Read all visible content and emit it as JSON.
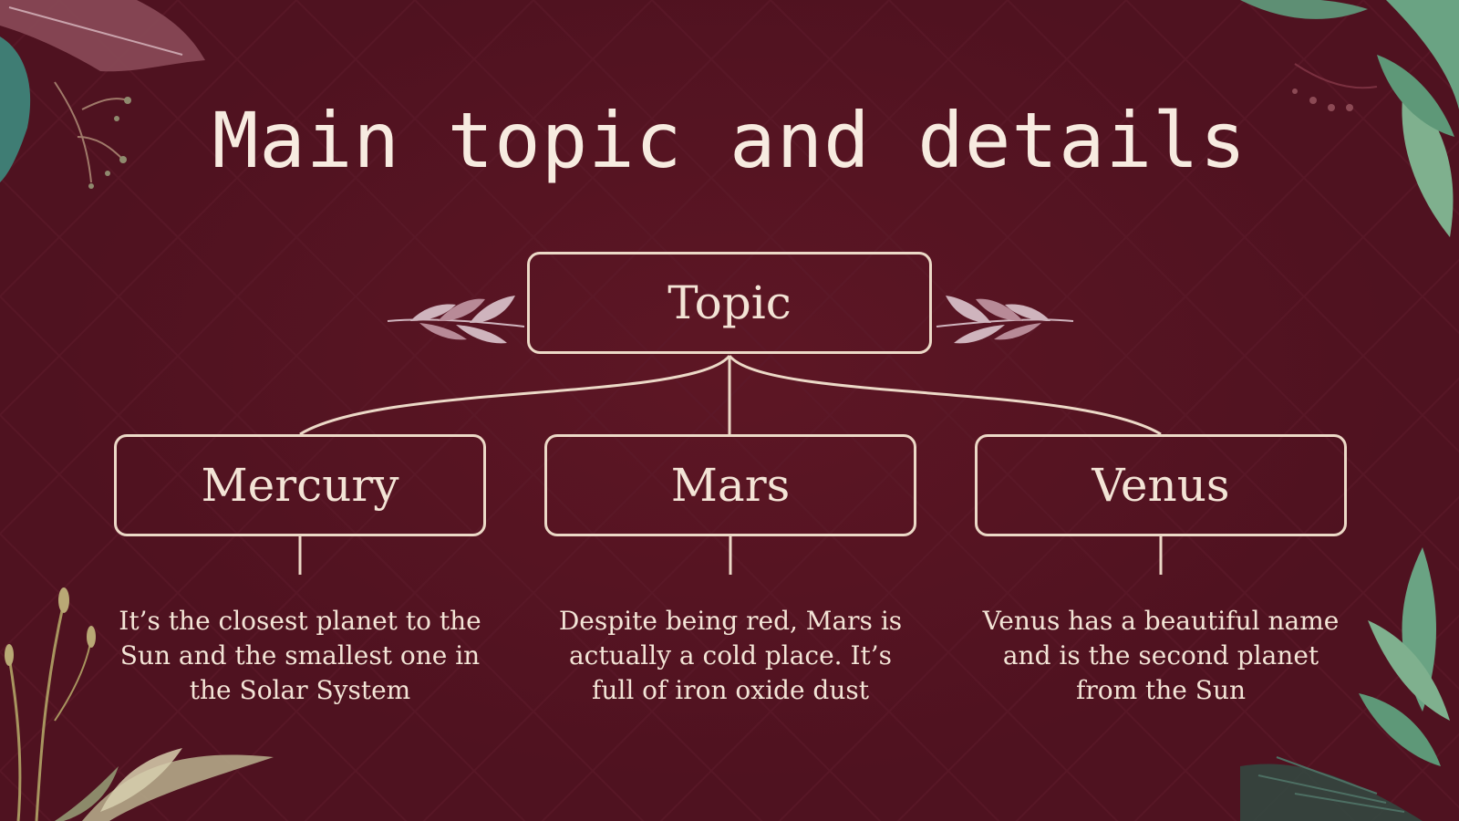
{
  "title": "Main topic and details",
  "topic": "Topic",
  "details": [
    {
      "label": "Mercury",
      "description": "It’s the closest planet to the Sun and the smallest one in the Solar System"
    },
    {
      "label": "Mars",
      "description": "Despite being red, Mars is actually a cold place. It’s full of iron oxide dust"
    },
    {
      "label": "Venus",
      "description": "Venus has a beautiful name and is the second planet from the Sun"
    }
  ],
  "colors": {
    "background": "#4f1220",
    "text": "#f3e4d6",
    "outline": "#ecd9c7",
    "leaf_green": "#5f9a78",
    "leaf_mauve": "#b88a97"
  }
}
